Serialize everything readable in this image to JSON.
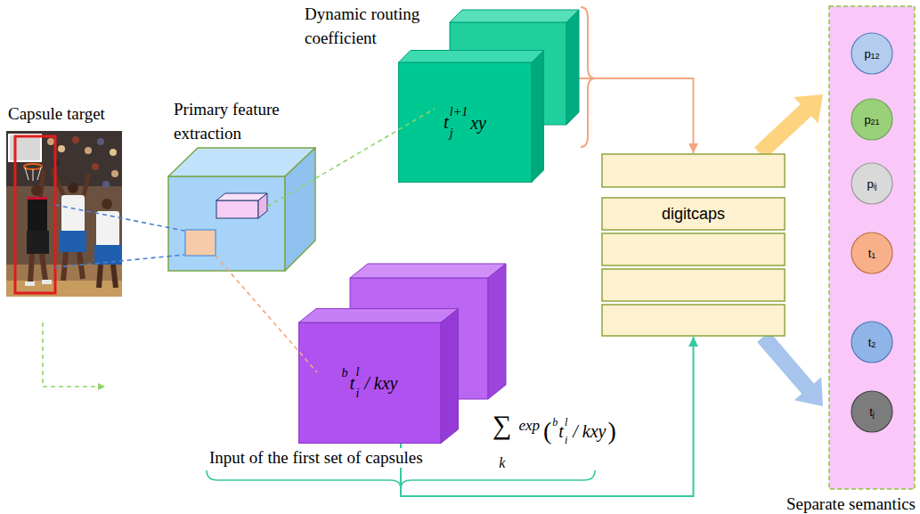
{
  "diagram": {
    "nodes": [
      {
        "text": [
          "Capsule target"
        ]
      },
      {
        "text": [
          "Primary feature extraction"
        ]
      },
      {
        "text": [
          "t",
          "j",
          "l+1",
          "xy"
        ]
      },
      {
        "text": [
          "b",
          "t",
          "l",
          "i",
          "/ kxy"
        ]
      },
      {
        "text": [
          "digitcaps"
        ]
      },
      {
        "text": [
          "Separate semantics"
        ]
      },
      {
        "text": [
          "p",
          "12"
        ],
        "in": 5
      },
      {
        "text": [
          "p",
          "21"
        ],
        "in": 5
      },
      {
        "text": [
          "p",
          "ij"
        ],
        "in": 5
      },
      {
        "text": [
          "t",
          "1"
        ],
        "in": 5
      },
      {
        "text": [
          "t",
          "2"
        ],
        "in": 5
      },
      {
        "text": [
          "t",
          "j"
        ],
        "in": 5
      }
    ],
    "edges": [
      {
        "from": 2,
        "to": 4,
        "arrow": "to"
      },
      {
        "from": 3,
        "to": 4,
        "arrow": "to"
      },
      {
        "from": 4,
        "to": 5,
        "arrow": "to"
      },
      {
        "from": 4,
        "to": 5,
        "arrow": "to"
      }
    ],
    "labels": [
      "Dynamic routing coefficient",
      "Input of the first set of capsules",
      "∑",
      "k",
      "exp",
      "(",
      "b",
      "t",
      "l",
      "i",
      "/ kxy",
      ")"
    ]
  }
}
